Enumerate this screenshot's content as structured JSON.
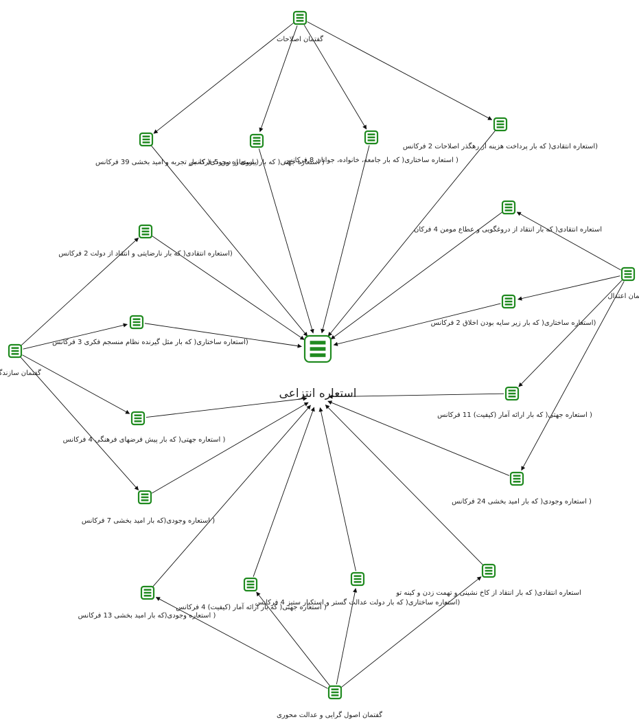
{
  "diagram": {
    "center": {
      "label": "استعاره انتزاعی",
      "icon": "list-icon"
    },
    "nodes": [
      {
        "id": "n_top",
        "label": "گفتمان اصلاحات"
      },
      {
        "id": "n_a1",
        "label": "( استعاره وجودی( که بار تجربه و امید بخشی 39 فرکانس"
      },
      {
        "id": "n_a2",
        "label": "( استعاره جهتی( که بار پیروی از دین 5 فرکانس"
      },
      {
        "id": "n_a3",
        "label": "( استعاره ساختاری( که بار جامعه، خانواده، جوانان 8 فرکانس"
      },
      {
        "id": "n_a4",
        "label": "(استعاره انتقادی( که بار پرداخت هزینه از رهگذر اصلاحات 2 فرکانس"
      },
      {
        "id": "n_right",
        "label": "گفتمان اعتدال"
      },
      {
        "id": "n_r1",
        "label": "استعاره انتقادی( که بار انتقاد از دروغگویی و عطاع مومن 4 فرکان"
      },
      {
        "id": "n_r2",
        "label": "(استعاره ساختاری( که بار زیر سایه بودن اخلاق 2 فرکانس"
      },
      {
        "id": "n_r3",
        "label": "( استعاره جهتی( که بار ارائه آمار (کیفیت) 11 فرکانس"
      },
      {
        "id": "n_r4",
        "label": "( استعاره وجودی( که بار امید بخشی 24 فرکانس"
      },
      {
        "id": "n_left",
        "label": "گفتمان سازندگی"
      },
      {
        "id": "n_l1",
        "label": "(استعاره انتقادی( که بار نارضایتی و انتقاد از دولت 2 فرکانس"
      },
      {
        "id": "n_l2",
        "label": "(استعاره ساختاری( که بار مثل گیرنده نظام منسجم فکری 3 فرکانس"
      },
      {
        "id": "n_l3",
        "label": "( استعاره جهتی( که بار پیش فرضهای فرهنگی 4 فرکانس"
      },
      {
        "id": "n_l4",
        "label": "( استعاره وجودی(که بار امید بخشی 7 فرکانس"
      },
      {
        "id": "n_bottom",
        "label": "گفتمان اصول گرایی و عدالت محوری"
      },
      {
        "id": "n_b1",
        "label": "( استعاره وجودی(که بار امید بخشی 13 فرکانس"
      },
      {
        "id": "n_b2",
        "label": "( استعاره جهتی( که بار ارائه آمار (کیفیت) 4 فرکانس"
      },
      {
        "id": "n_b3",
        "label": "(استعاره ساختاری( که بار دولت عدالت گستر و استکبار ستیز 4 فرکانس"
      },
      {
        "id": "n_b4",
        "label": "استعاره انتقادی( که بار انتقاد از کاخ نشینی و تهمت زدن و کینه تو"
      }
    ],
    "edges": [
      [
        "n_top",
        "n_a1"
      ],
      [
        "n_top",
        "n_a2"
      ],
      [
        "n_top",
        "n_a3"
      ],
      [
        "n_top",
        "n_a4"
      ],
      [
        "n_a1",
        "center"
      ],
      [
        "n_a2",
        "center"
      ],
      [
        "n_a3",
        "center"
      ],
      [
        "n_a4",
        "center"
      ],
      [
        "n_right",
        "n_r1"
      ],
      [
        "n_right",
        "n_r2"
      ],
      [
        "n_right",
        "n_r3"
      ],
      [
        "n_right",
        "n_r4"
      ],
      [
        "n_r1",
        "center"
      ],
      [
        "n_r2",
        "center"
      ],
      [
        "n_r3",
        "center_label"
      ],
      [
        "n_r4",
        "center_label"
      ],
      [
        "n_left",
        "n_l1"
      ],
      [
        "n_left",
        "n_l2"
      ],
      [
        "n_left",
        "n_l3"
      ],
      [
        "n_left",
        "n_l4"
      ],
      [
        "n_l1",
        "center"
      ],
      [
        "n_l2",
        "center"
      ],
      [
        "n_l3",
        "center_label"
      ],
      [
        "n_l4",
        "center_label"
      ],
      [
        "n_bottom",
        "n_b1"
      ],
      [
        "n_bottom",
        "n_b2"
      ],
      [
        "n_bottom",
        "n_b3"
      ],
      [
        "n_bottom",
        "n_b4"
      ],
      [
        "n_b1",
        "center_label"
      ],
      [
        "n_b2",
        "center_label"
      ],
      [
        "n_b3",
        "center_label"
      ],
      [
        "n_b4",
        "center_label"
      ]
    ],
    "colors": {
      "icon": "#1f8a1f",
      "edge": "#111111",
      "text": "#222222"
    }
  }
}
